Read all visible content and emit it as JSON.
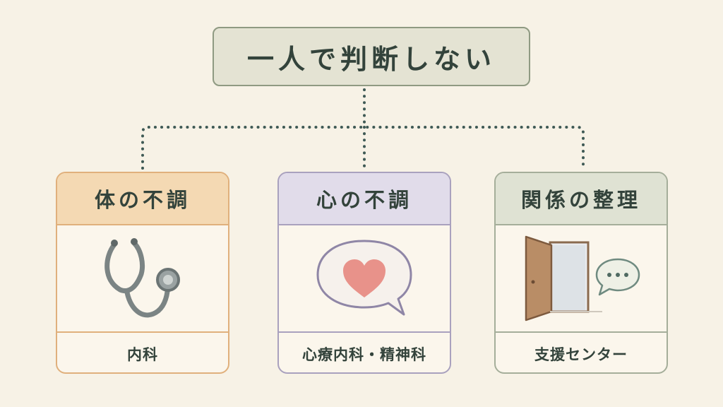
{
  "root": {
    "title": "一人で判断しない"
  },
  "categories": [
    {
      "title": "体の不調",
      "icon": "stethoscope-icon",
      "label": "内科",
      "color": "#f4d9b3"
    },
    {
      "title": "心の不調",
      "icon": "heart-speech-bubble-icon",
      "label": "心療内科・精神科",
      "color": "#e1dcea"
    },
    {
      "title": "関係の整理",
      "icon": "open-door-chat-icon",
      "label": "支援センター",
      "color": "#dfe2d3"
    }
  ],
  "colors": {
    "background": "#f7f2e6",
    "connector": "#3f5a55",
    "text": "#33433b"
  }
}
